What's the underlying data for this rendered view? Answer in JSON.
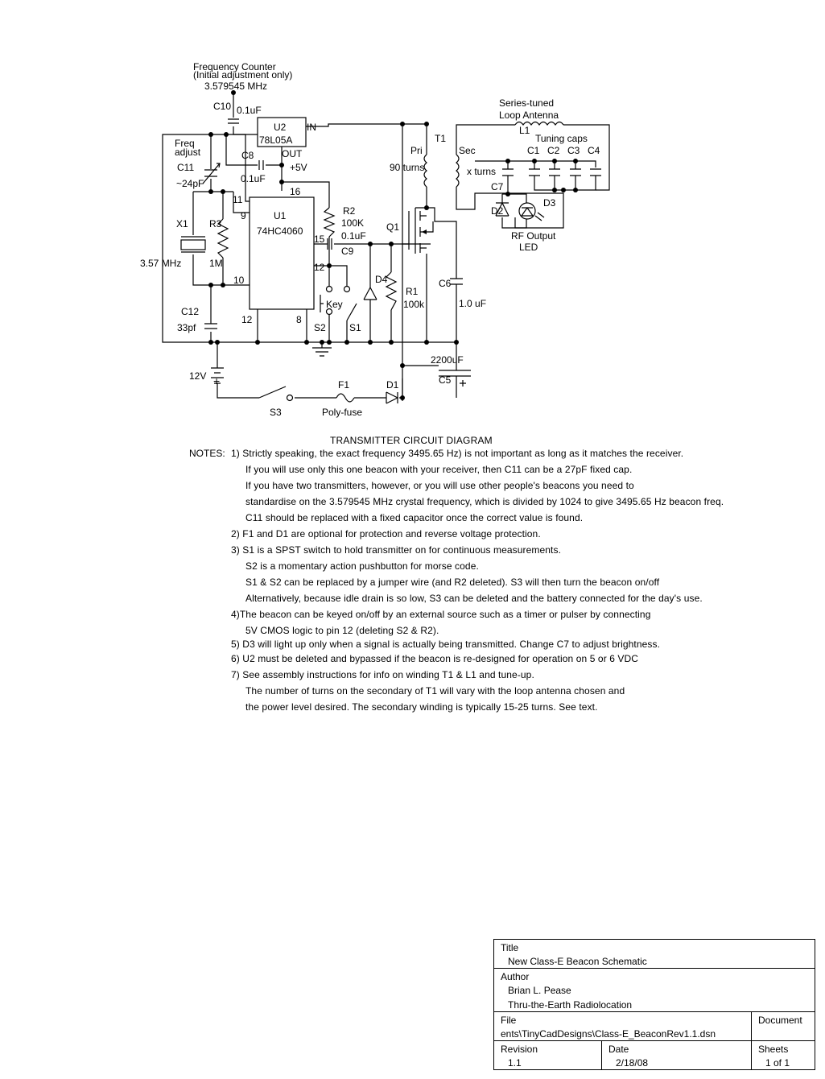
{
  "schematic": {
    "labels": {
      "freq_counter": "Frequency Counter",
      "initial_adjust": "(Initial adjustment only)",
      "freq_value": "3.579545 MHz",
      "c10": "C10",
      "c10_val": "0.1uF",
      "u2": "U2",
      "u2_part": "78L05A",
      "u2_in": "IN",
      "u2_out": "OUT",
      "plus5v": "+5V",
      "c8": "C8",
      "c8_val": "0.1uF",
      "freq": "Freq",
      "adjust": "adjust",
      "c11": "C11",
      "c11_val": "~24pF",
      "u1": "U1",
      "u1_part": "74HC4060",
      "pin16": "16",
      "pin11": "11",
      "pin9": "9",
      "pin15": "15",
      "pin12a": "12",
      "pin10": "10",
      "pin12b": "12",
      "pin8": "8",
      "x1": "X1",
      "x1_val": "3.57 MHz",
      "r3": "R3",
      "r3_val": "1M",
      "r2": "R2",
      "r2_val": "100K",
      "c9_val": "0.1uF",
      "c9": "C9",
      "c12": "C12",
      "c12_val": "33pf",
      "key": "Key",
      "s2": "S2",
      "s1": "S1",
      "d4": "D4",
      "r1": "R1",
      "r1_val": "100k",
      "q1": "Q1",
      "pri": "Pri",
      "turns90": "90 turns",
      "t1": "T1",
      "sec": "Sec",
      "xturns": "x turns",
      "series_tuned": "Series-tuned",
      "loop_antenna": "Loop Antenna",
      "l1": "L1",
      "tuning_caps": "Tuning caps",
      "c1": "C1",
      "c2": "C2",
      "c3": "C3",
      "c4": "C4",
      "c7": "C7",
      "d2": "D2",
      "d3": "D3",
      "rf_output": "RF Output",
      "led": "LED",
      "c6": "C6",
      "c6_val": "1.0 uF",
      "c5_val": "2200uF",
      "c5": "C5",
      "batt_v": "12V",
      "f1": "F1",
      "d1": "D1",
      "s3": "S3",
      "polyfuse": "Poly-fuse"
    }
  },
  "diagram_title": "TRANSMITTER CIRCUIT DIAGRAM",
  "notes_label": "NOTES:",
  "notes": [
    "1) Strictly speaking, the exact frequency 3495.65 Hz) is not important as long as it matches the receiver.",
    "If you will use only this one beacon with your receiver, then C11 can be a 27pF fixed cap.",
    "If you have two transmitters, however, or you will use other people's beacons you need  to",
    "standardise on the 3.579545 MHz crystal frequency, which is divided by 1024 to give 3495.65 Hz beacon freq.",
    "C11 should be replaced with a fixed capacitor once the correct value is found.",
    "2) F1 and D1 are optional for protection and reverse voltage protection.",
    "3) S1 is a SPST switch to hold transmitter on for continuous measurements.",
    "S2 is a momentary action pushbutton for morse code.",
    "S1 & S2 can be replaced by a jumper wire (and R2 deleted).  S3 will then turn the beacon on/off",
    "Alternatively, because idle drain is so low, S3 can be deleted and the battery connected for the day's use.",
    "4)The beacon can be keyed on/off by an external source such as a timer or pulser by connecting",
    "5V CMOS logic to pin 12 (deleting S2 & R2).",
    "5) D3 will light up only when a signal is actually being transmitted.  Change C7 to adjust brightness.",
    "6) U2 must be deleted and bypassed if the beacon is re-designed for operation on 5 or 6 VDC",
    "7) See assembly instructions for info on winding T1 & L1 and tune-up.",
    "The number of turns on the secondary of T1 will vary with the loop antenna chosen and",
    "the power level desired.  The secondary winding is typically 15-25 turns.  See text."
  ],
  "title_block": {
    "title_label": "Title",
    "title_value": "New Class-E Beacon Schematic",
    "author_label": "Author",
    "author_name": "Brian L. Pease",
    "author_org": "Thru-the-Earth Radiolocation",
    "file_label": "File",
    "file_value": "ents\\TinyCadDesigns\\Class-E_BeaconRev1.1.dsn",
    "document_label": "Document",
    "revision_label": "Revision",
    "revision_value": "1.1",
    "date_label": "Date",
    "date_value": "2/18/08",
    "sheets_label": "Sheets",
    "sheets_value": "1 of 1"
  }
}
